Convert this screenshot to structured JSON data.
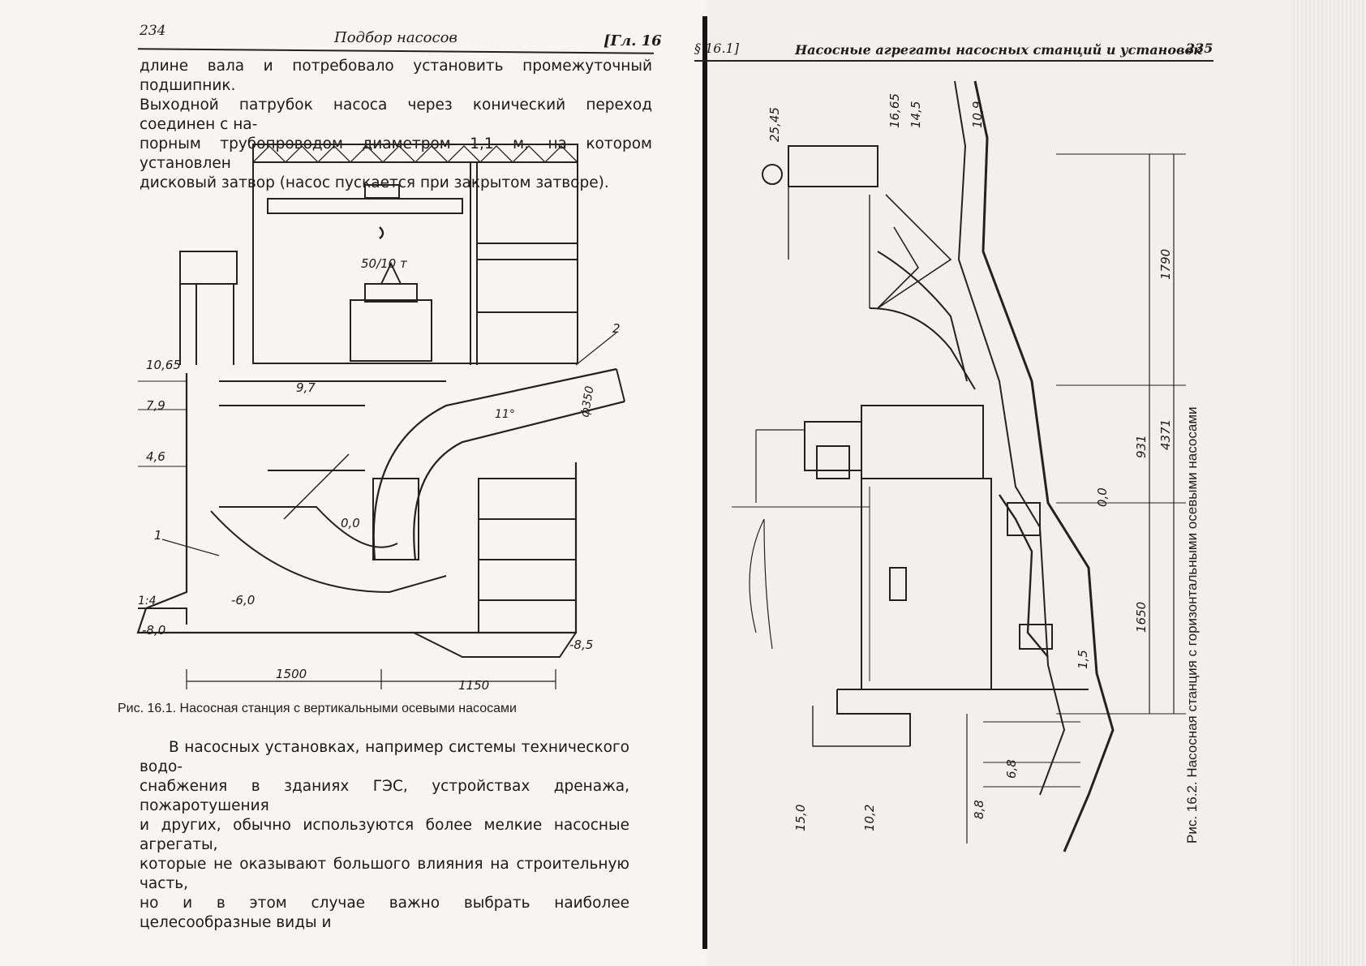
{
  "left_page": {
    "page_number": "234",
    "running_title": "Подбор насосов",
    "chapter_ref": "[Гл. 16",
    "paragraph_top": [
      "длине вала и потребовало установить промежуточный подшипник.",
      "Выходной патрубок насоса через конический переход соединен с на-",
      "порным трубопроводом диаметром 1,1 м, на котором установлен",
      "дисковый затвор (насос пускается при закрытом затворе)."
    ],
    "figure": {
      "caption": "Рис. 16.1. Насосная станция с вертикальными осевыми насосами",
      "crane_label": "50/10 т",
      "marks": [
        "10,65",
        "7,9",
        "9,7",
        "4,6",
        "0,0",
        "-6,0",
        "-8,0",
        "-8,5"
      ],
      "slope": "1:4",
      "angle": "11°",
      "diameter": "ф350",
      "callouts": [
        "1",
        "2"
      ],
      "dimensions": [
        "1500",
        "1150"
      ]
    },
    "paragraph_bottom": [
      "В насосных установках, например системы технического водо-",
      "снабжения в зданиях ГЭС, устройствах дренажа, пожаротушения",
      "и других, обычно используются более мелкие насосные агрегаты,",
      "которые не оказывают большого влияния на строительную часть,",
      "но и в этом случае важно выбрать наиболее целесообразные виды и"
    ]
  },
  "right_page": {
    "section_ref": "§ 16.1]",
    "running_title": "Насосные агрегаты насосных станций и установок",
    "page_number": "235",
    "figure": {
      "caption": "Рис. 16.2. Насосная станция с горизонтальными осевыми насосами",
      "marks_top": [
        "25,45",
        "16,65",
        "14,5",
        "10,9"
      ],
      "marks_mid": [
        "0,0",
        "1,5"
      ],
      "marks_bottom": [
        "15,0",
        "10,2",
        "8,8",
        "6,8"
      ],
      "dimensions": [
        "1790",
        "931",
        "4371",
        "1650"
      ]
    }
  }
}
